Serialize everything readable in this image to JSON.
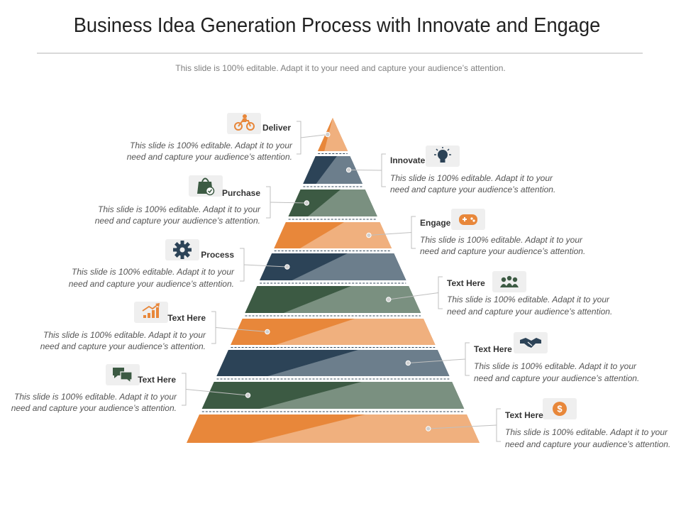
{
  "slide": {
    "title": "Business Idea Generation Process  with Innovate and Engage",
    "subtitle": "This slide is 100% editable. Adapt it to your need and capture your audience’s attention."
  },
  "colors": {
    "orange_dark": "#E8873A",
    "orange_light": "#F0B07E",
    "navy_dark": "#2C4357",
    "navy_light": "#6C7E8C",
    "green_dark": "#3C5A43",
    "green_light": "#7A9080",
    "icon_bg": "#EFEFEF",
    "icon_orange": "#E8873A",
    "icon_navy": "#2C4357",
    "icon_green": "#3C5A43"
  },
  "layers": [
    {
      "color": "orange"
    },
    {
      "color": "navy"
    },
    {
      "color": "green"
    },
    {
      "color": "orange"
    },
    {
      "color": "navy"
    },
    {
      "color": "green"
    },
    {
      "color": "orange"
    },
    {
      "color": "navy"
    },
    {
      "color": "green"
    },
    {
      "color": "orange"
    }
  ],
  "callouts": [
    {
      "side": "left",
      "label": "Deliver",
      "icon": "motorcycle-icon",
      "description": [
        "This slide is 100% editable. Adapt it to your",
        "need and capture your audience’s attention."
      ]
    },
    {
      "side": "right",
      "label": "Innovate",
      "icon": "lightbulb-icon",
      "description": [
        "This slide is 100% editable. Adapt it to your",
        "need and capture your audience’s attention."
      ]
    },
    {
      "side": "left",
      "label": "Purchase",
      "icon": "shopping-bag-icon",
      "description": [
        "This slide is 100% editable. Adapt it to your",
        "need and capture your audience’s attention."
      ]
    },
    {
      "side": "right",
      "label": "Engage",
      "icon": "gamepad-icon",
      "description": [
        "This slide is 100% editable. Adapt it to your",
        "need and capture your audience’s attention."
      ]
    },
    {
      "side": "left",
      "label": "Process",
      "icon": "gear-icon",
      "description": [
        "This slide is 100% editable. Adapt it to your",
        "need and capture your audience’s attention."
      ]
    },
    {
      "side": "right",
      "label": "Text Here",
      "icon": "people-group-icon",
      "description": [
        "This slide is 100% editable. Adapt it to your",
        "need and capture your audience’s attention."
      ]
    },
    {
      "side": "left",
      "label": "Text Here",
      "icon": "growth-chart-icon",
      "description": [
        "This slide is 100% editable. Adapt it to your",
        "need and capture your audience’s attention."
      ]
    },
    {
      "side": "right",
      "label": "Text Here",
      "icon": "handshake-icon",
      "description": [
        "This slide is 100% editable. Adapt it to your",
        "need and capture your audience’s attention."
      ]
    },
    {
      "side": "left",
      "label": "Text Here",
      "icon": "chat-bubbles-icon",
      "description": [
        "This slide is 100% editable. Adapt it to your",
        "need and capture your audience’s attention."
      ]
    },
    {
      "side": "right",
      "label": "Text Here",
      "icon": "dollar-coin-icon",
      "description": [
        "This slide is 100% editable. Adapt it to your",
        "need and capture your audience’s attention."
      ]
    }
  ]
}
